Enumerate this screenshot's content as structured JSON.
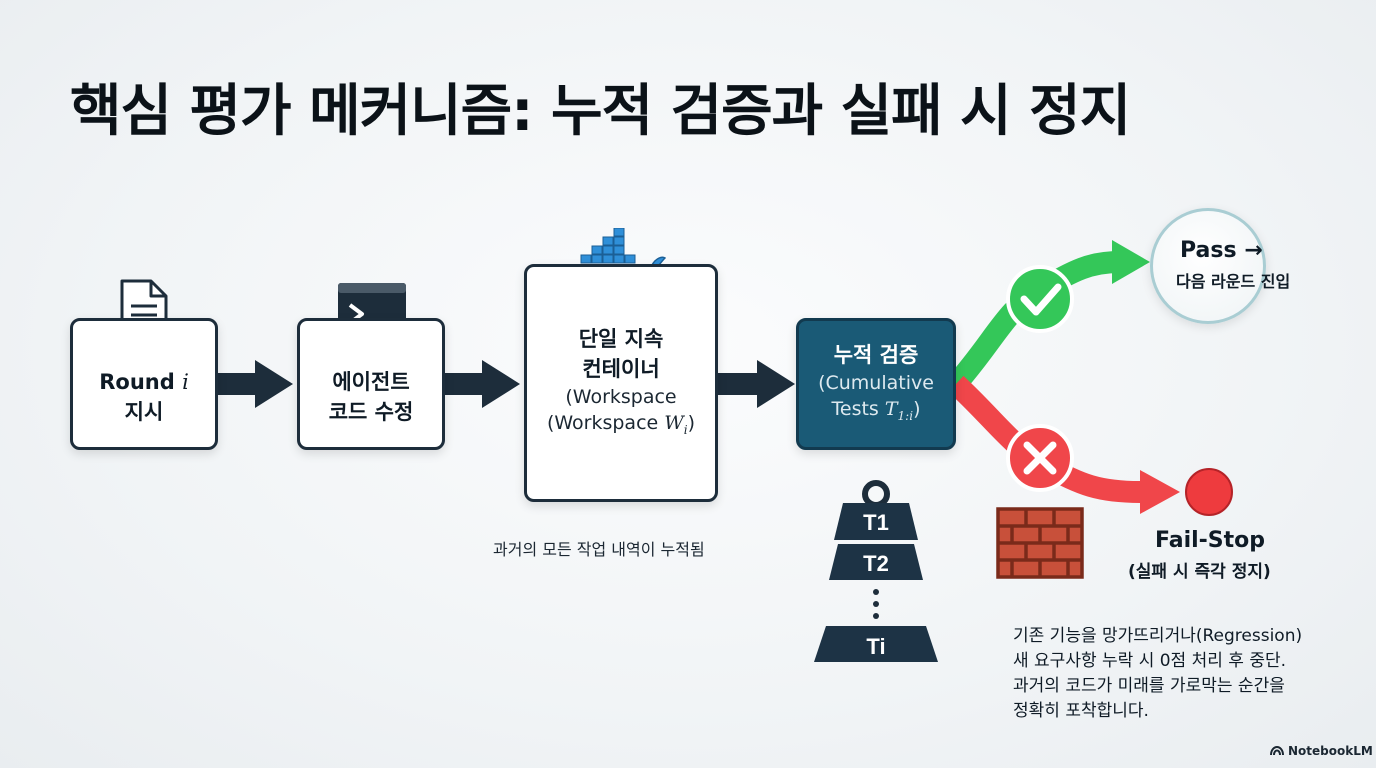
{
  "title": "핵심 평가 메커니즘: 누적 검증과 실패 시 정지",
  "steps": {
    "round": {
      "line1": "Round ",
      "var": "i",
      "line2": "지시",
      "icon": "document-icon"
    },
    "agent": {
      "line1": "에이전트",
      "line2": "코드 수정",
      "icon": "terminal-icon"
    },
    "container": {
      "line1": "단일 지속",
      "line2": "컨테이너",
      "line3": "(Workspace",
      "line4_prefix": "(Workspace ",
      "line4_var": "W",
      "line4_sub": "i",
      "line4_suffix": ")",
      "icon": "docker-whale-icon",
      "note": "과거의 모든 작업 내역이 누적됨"
    },
    "verify": {
      "line1": "누적 검증",
      "line2": "(Cumulative",
      "line3_prefix": "Tests ",
      "line3_var": "T",
      "line3_sub": "1:i",
      "line3_suffix": ")"
    }
  },
  "weights": [
    "T1",
    "T2",
    "Ti"
  ],
  "pass": {
    "title": "Pass →",
    "subtitle": "다음 라운드 진입",
    "icon": "check-icon"
  },
  "fail": {
    "title": "Fail-Stop",
    "subtitle": "(실패 시 즉각 정지)",
    "icon": "x-icon",
    "wall_icon": "brick-wall-icon"
  },
  "explanation": [
    "기존 기능을 망가뜨리거나(Regression)",
    "새 요구사항 누락 시 0점 처리 후 중단.",
    "과거의 코드가 미래를 가로막는 순간을",
    "정확히 포착합니다."
  ],
  "brand": "NotebookLM",
  "colors": {
    "dark": "#1d2d3b",
    "teal": "#1a5a76",
    "green": "#34c759",
    "red": "#f0464a",
    "brick": "#c8503a"
  }
}
